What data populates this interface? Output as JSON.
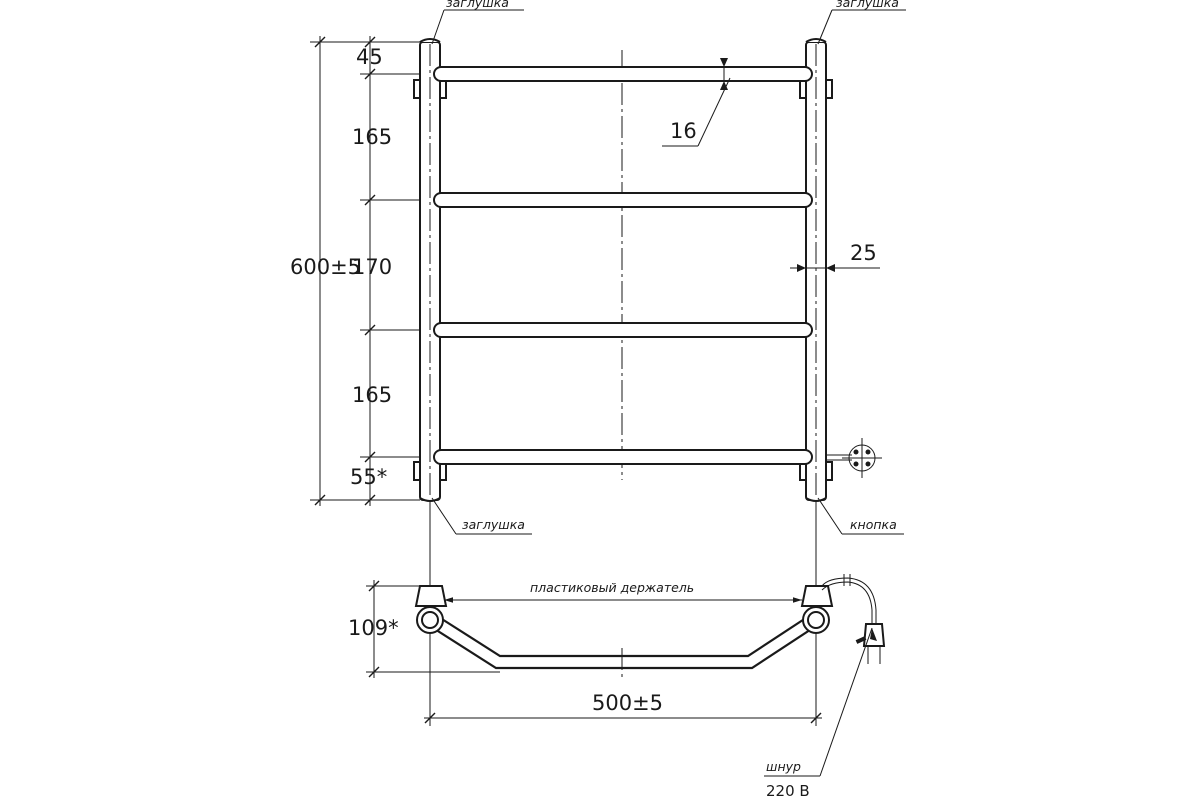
{
  "labels": {
    "cap_top_left": "заглушка",
    "cap_top_right": "заглушка",
    "cap_bottom_left": "заглушка",
    "button": "кнопка",
    "holder": "пластиковый держатель",
    "cord": "шнур",
    "voltage": "220 В"
  },
  "dimensions": {
    "top_offset": "45",
    "span_top": "165",
    "span_middle": "170",
    "span_bottom": "165",
    "bottom_offset": "55*",
    "total_height": "600±5",
    "bar_diameter": "16",
    "riser_diameter": "25",
    "depth": "109*",
    "width": "500±5"
  }
}
